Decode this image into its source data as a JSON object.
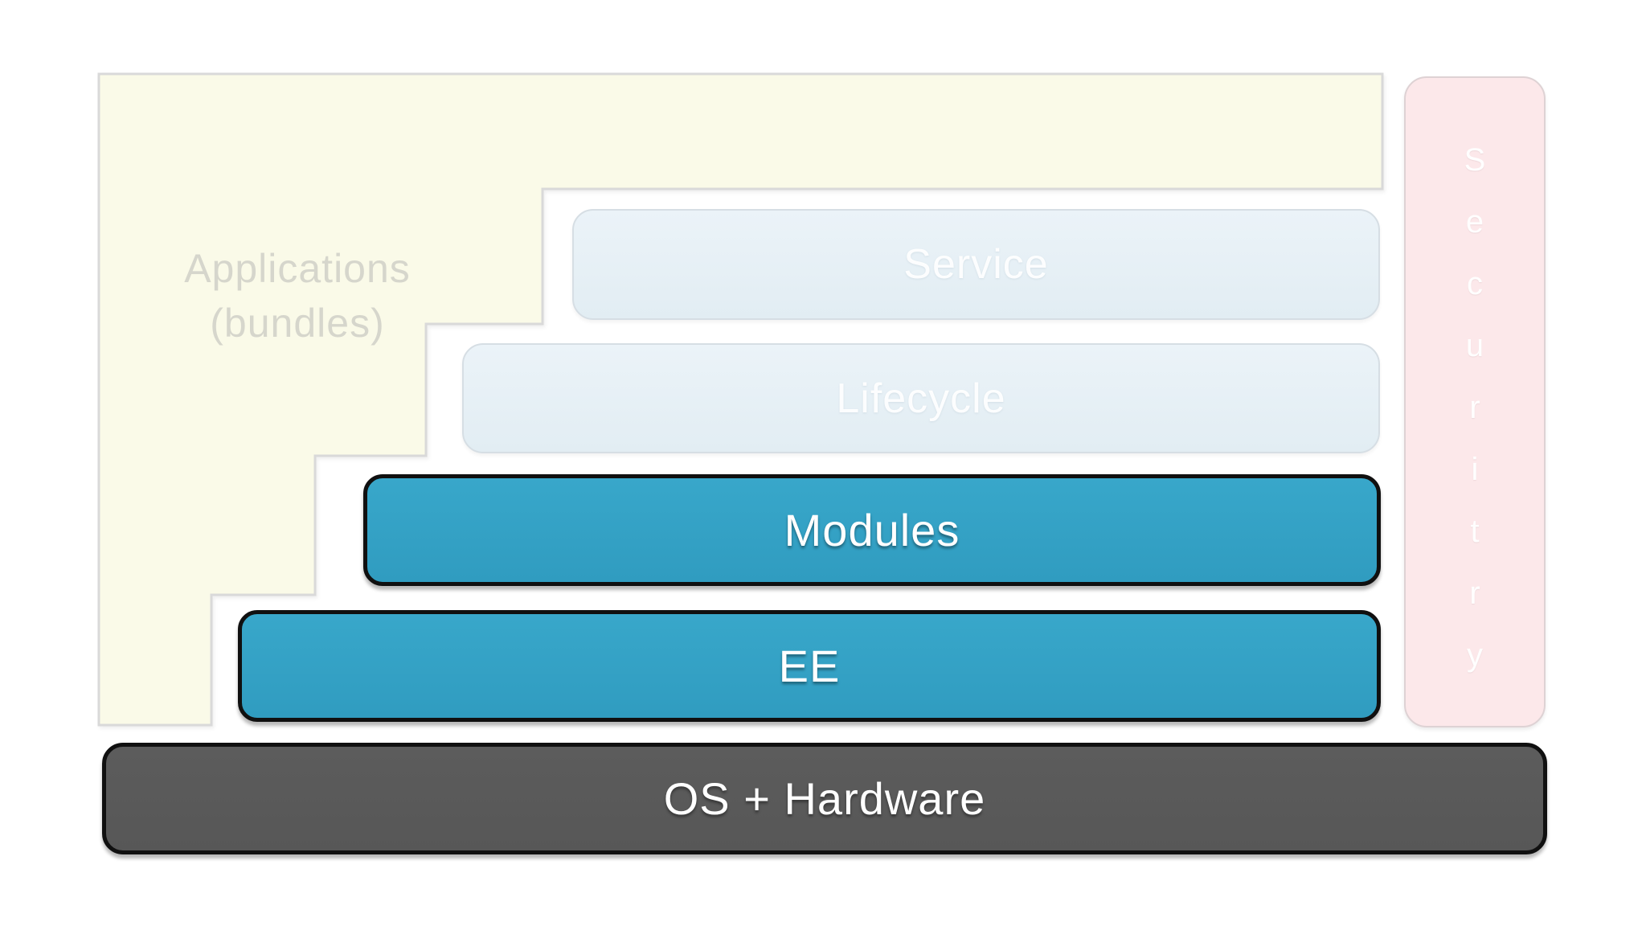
{
  "diagram": {
    "applications": {
      "line1": "Applications",
      "line2": "(bundles)"
    },
    "layers": [
      {
        "label": "Service"
      },
      {
        "label": "Lifecycle"
      },
      {
        "label": "Modules"
      },
      {
        "label": "EE"
      },
      {
        "label": "OS + Hardware"
      }
    ],
    "security": {
      "vertical_label": "S\ne\nc\nu\nr\ni\nt\nr\ny"
    },
    "colors": {
      "page_background": "#ffffff",
      "applications_fill": "#fafae8",
      "applications_border": "#d9d9d9",
      "applications_text": "#d6d6cc",
      "faded_layer_fill_top": "#ebf3f8",
      "faded_layer_fill_bottom": "#e2edf3",
      "faded_layer_border": "#d6dee4",
      "solid_layer_fill": "#34a2c6",
      "os_layer_fill": "#595959",
      "dark_border": "#101010",
      "security_fill": "#fce8ea",
      "layer_text": "#ffffff"
    }
  }
}
